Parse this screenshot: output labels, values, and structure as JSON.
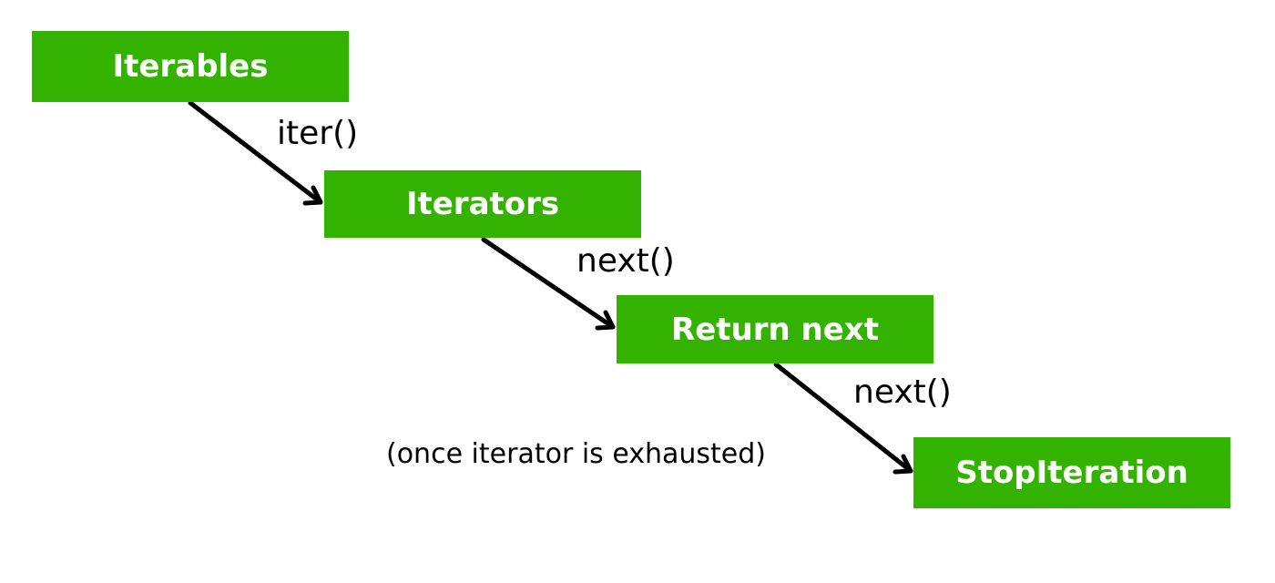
{
  "colors": {
    "node_fill": "#33b300",
    "node_text": "#ffffff",
    "arrow": "#000000",
    "label_text": "#000000",
    "background": "#ffffff"
  },
  "nodes": {
    "iterables": "Iterables",
    "iterators": "Iterators",
    "return_next": "Return next",
    "stop_iteration": "StopIteration"
  },
  "edges": {
    "iter": "iter()",
    "next_1": "next()",
    "next_2": "next()"
  },
  "note": "(once iterator is exhausted)"
}
